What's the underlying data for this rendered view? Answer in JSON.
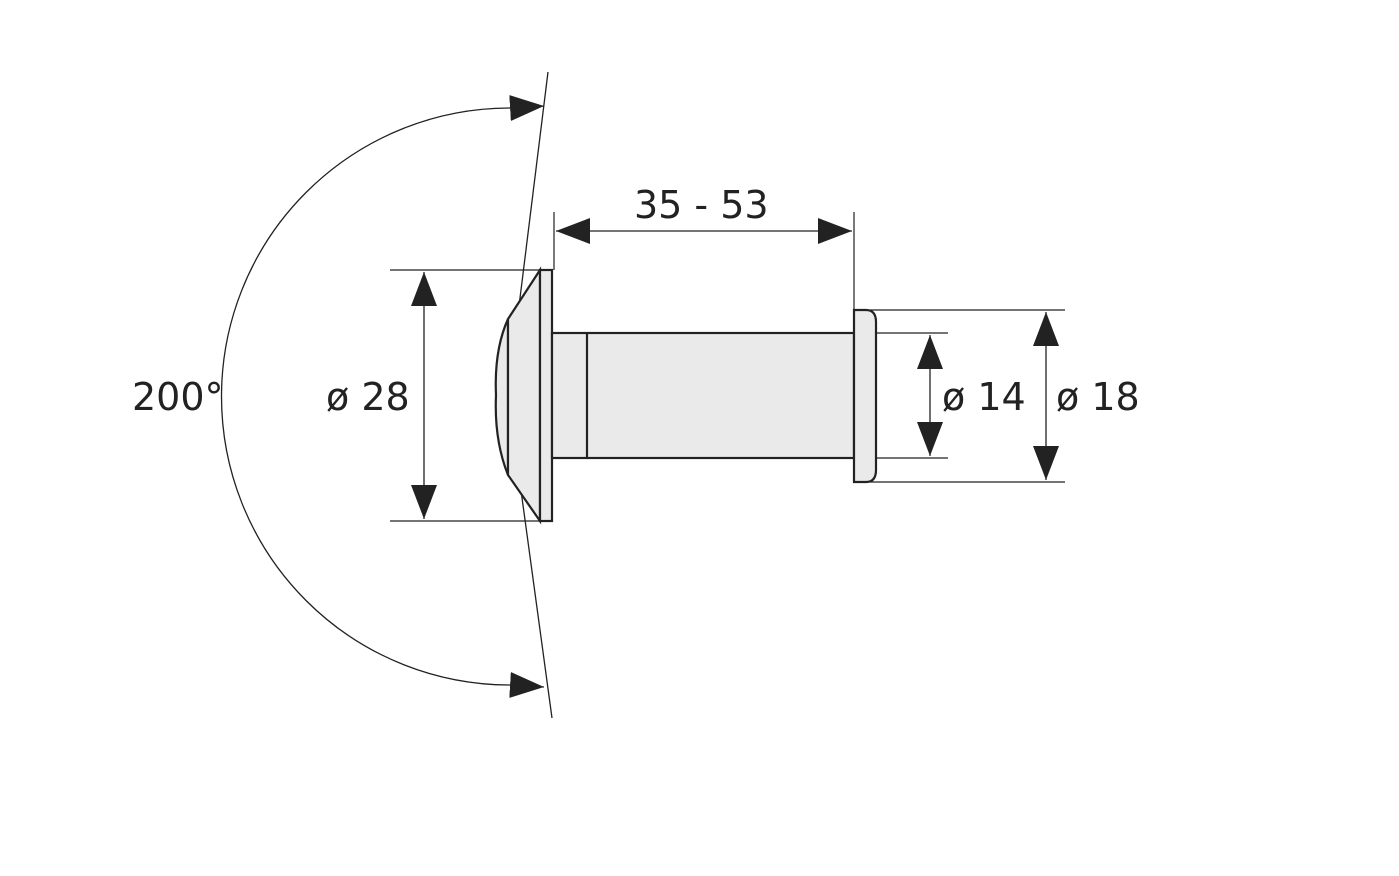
{
  "diagram": {
    "angle_label": "200°",
    "flange_diameter_label": "ø 28",
    "length_label": "35 - 53",
    "inner_diameter_label": "ø 14",
    "outer_diameter_label": "ø 18"
  },
  "colors": {
    "line": "#222222",
    "fill": "#ebeaea"
  }
}
